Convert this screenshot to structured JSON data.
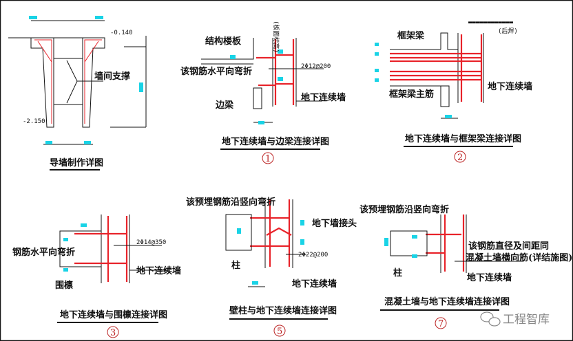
{
  "colors": {
    "rebar": "#e8232a",
    "dimension": "#19d3e6",
    "line": "#111111",
    "watermark": "#888888"
  },
  "detail_guide_wall": {
    "title": "导墙制作详图",
    "label_brace": "墙间支撑",
    "elev_top": "-0.140",
    "elev_bottom": "-2.150"
  },
  "detail_1": {
    "title": "地下连续墙与边梁连接详图",
    "number": "1",
    "label_slab": "结构楼板",
    "label_bend": "该钢筋水平向弯折",
    "label_edge_beam": "边梁",
    "label_rebar": "2Φ12@200",
    "label_wall": "地下连续墙",
    "label_vertical": "(板面标高)"
  },
  "detail_2": {
    "title": "地下连续墙与框架梁连接详图",
    "number": "2",
    "label_beam": "框架梁",
    "label_main_bar": "框架梁主筋",
    "label_wall": "地下连续墙",
    "label_note_end": "(后焊)"
  },
  "detail_3": {
    "title": "地下连续墙与围檩连接详图",
    "number": "3",
    "label_bend": "钢筋水平向弯折",
    "label_waler": "围檩",
    "label_rebar": "2Φ14@350",
    "label_wall": "地下连续墙"
  },
  "detail_5": {
    "title": "壁柱与地下连续墙连接详图",
    "number": "5",
    "label_bend": "该预埋钢筋沿竖向弯折",
    "label_joint": "地下墙接头",
    "label_column": "柱",
    "label_rebar": "2Φ22@200",
    "label_wall": "地下连续墙"
  },
  "detail_7": {
    "title": "混凝土墙与地下连续墙连接详图",
    "number": "7",
    "label_bend": "该预埋钢筋沿竖向弯折",
    "label_note_1": "该钢筋直径及间距同",
    "label_note_2": "混凝土墙横向筋(详结施图)",
    "label_column": "柱",
    "label_wall": "地下连续墙"
  },
  "watermark": {
    "text": "工程智库",
    "icon": "wechat-icon"
  }
}
